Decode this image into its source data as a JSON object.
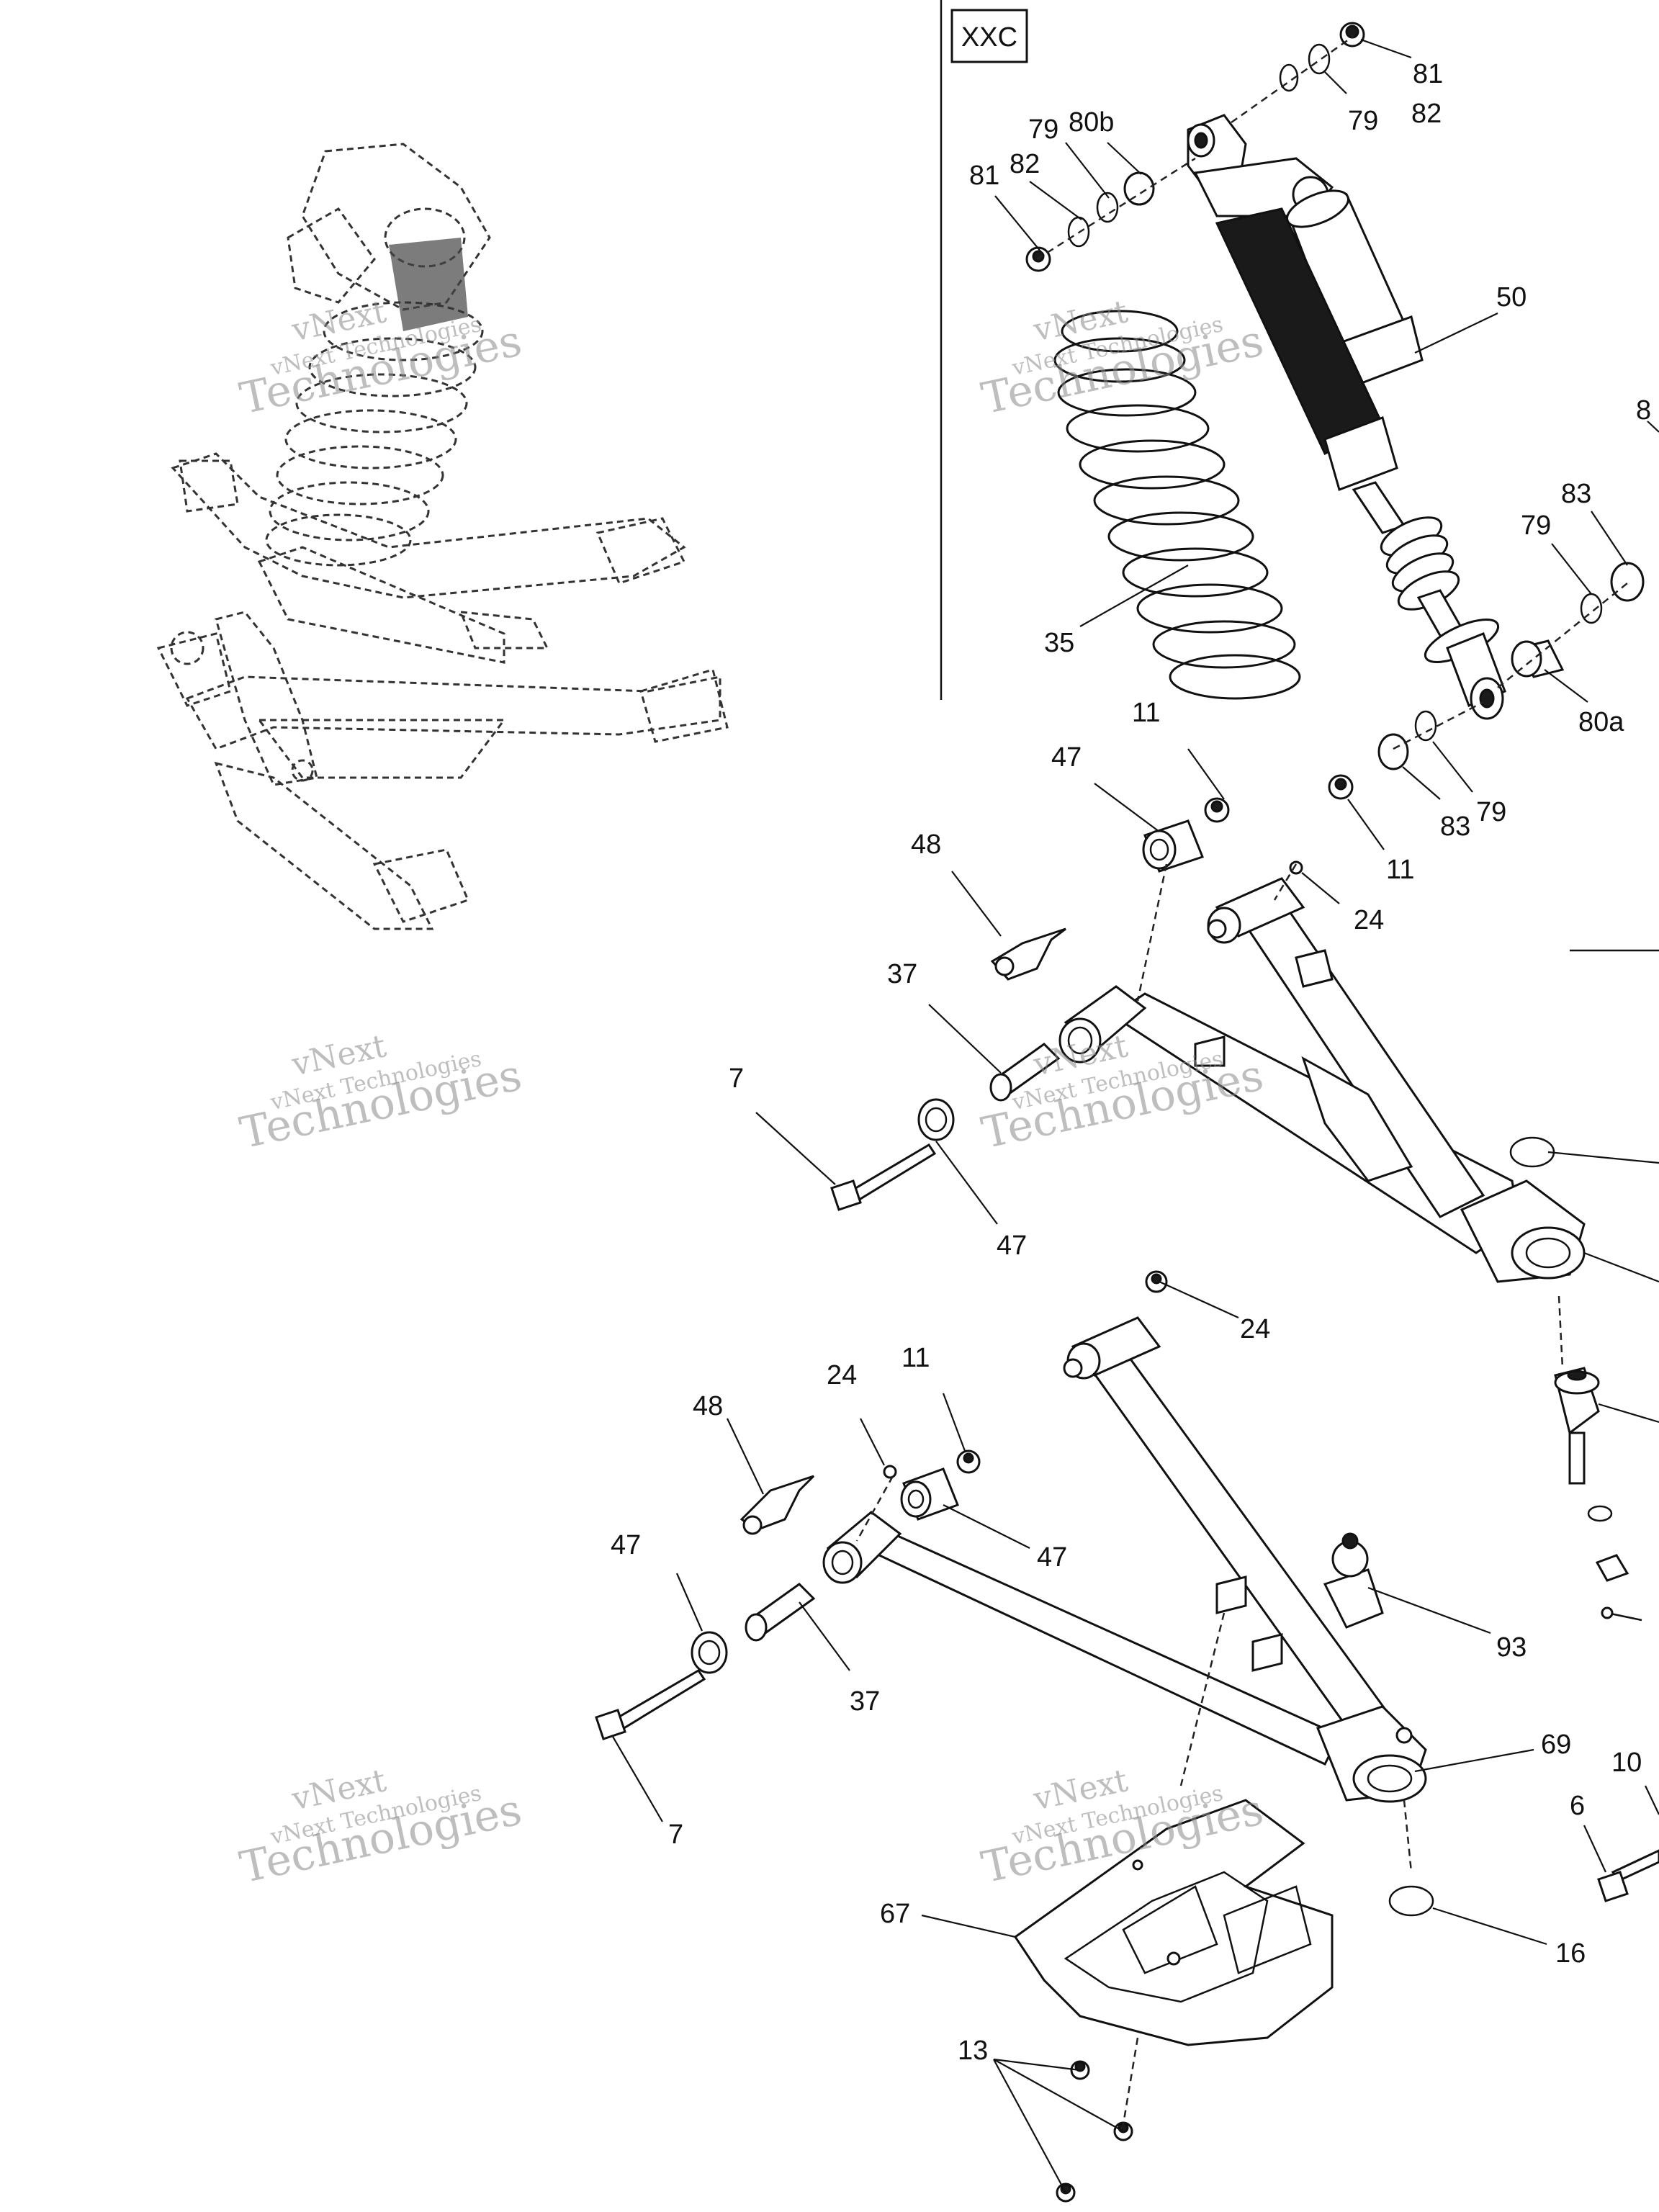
{
  "variant_box": {
    "label": "XXC"
  },
  "watermark": {
    "line1": "vNext",
    "line2": "vNext Technologies",
    "line3": "Technologies"
  },
  "callouts": [
    {
      "id": "c81a",
      "text": "81"
    },
    {
      "id": "c82a",
      "text": "82"
    },
    {
      "id": "c79a",
      "text": "79"
    },
    {
      "id": "c81b",
      "text": "81"
    },
    {
      "id": "c82b",
      "text": "82"
    },
    {
      "id": "c79b",
      "text": "79"
    },
    {
      "id": "c80b",
      "text": "80b"
    },
    {
      "id": "c50",
      "text": "50"
    },
    {
      "id": "c8",
      "text": "8"
    },
    {
      "id": "c83a",
      "text": "83"
    },
    {
      "id": "c79c",
      "text": "79"
    },
    {
      "id": "c35",
      "text": "35"
    },
    {
      "id": "c80a",
      "text": "80a"
    },
    {
      "id": "c11a",
      "text": "11"
    },
    {
      "id": "c47a",
      "text": "47"
    },
    {
      "id": "c83b",
      "text": "83"
    },
    {
      "id": "c79d",
      "text": "79"
    },
    {
      "id": "c11b",
      "text": "11"
    },
    {
      "id": "c24a",
      "text": "24"
    },
    {
      "id": "c48a",
      "text": "48"
    },
    {
      "id": "c37a",
      "text": "37"
    },
    {
      "id": "c7a",
      "text": "7"
    },
    {
      "id": "c47b",
      "text": "47"
    },
    {
      "id": "c24b",
      "text": "24"
    },
    {
      "id": "c24c",
      "text": "24"
    },
    {
      "id": "c11c",
      "text": "11"
    },
    {
      "id": "c48b",
      "text": "48"
    },
    {
      "id": "c47c",
      "text": "47"
    },
    {
      "id": "c47d",
      "text": "47"
    },
    {
      "id": "c93",
      "text": "93"
    },
    {
      "id": "c37b",
      "text": "37"
    },
    {
      "id": "c69",
      "text": "69"
    },
    {
      "id": "c10",
      "text": "10"
    },
    {
      "id": "c7b",
      "text": "7"
    },
    {
      "id": "c6",
      "text": "6"
    },
    {
      "id": "c67",
      "text": "67"
    },
    {
      "id": "c16",
      "text": "16"
    },
    {
      "id": "c13",
      "text": "13"
    }
  ]
}
